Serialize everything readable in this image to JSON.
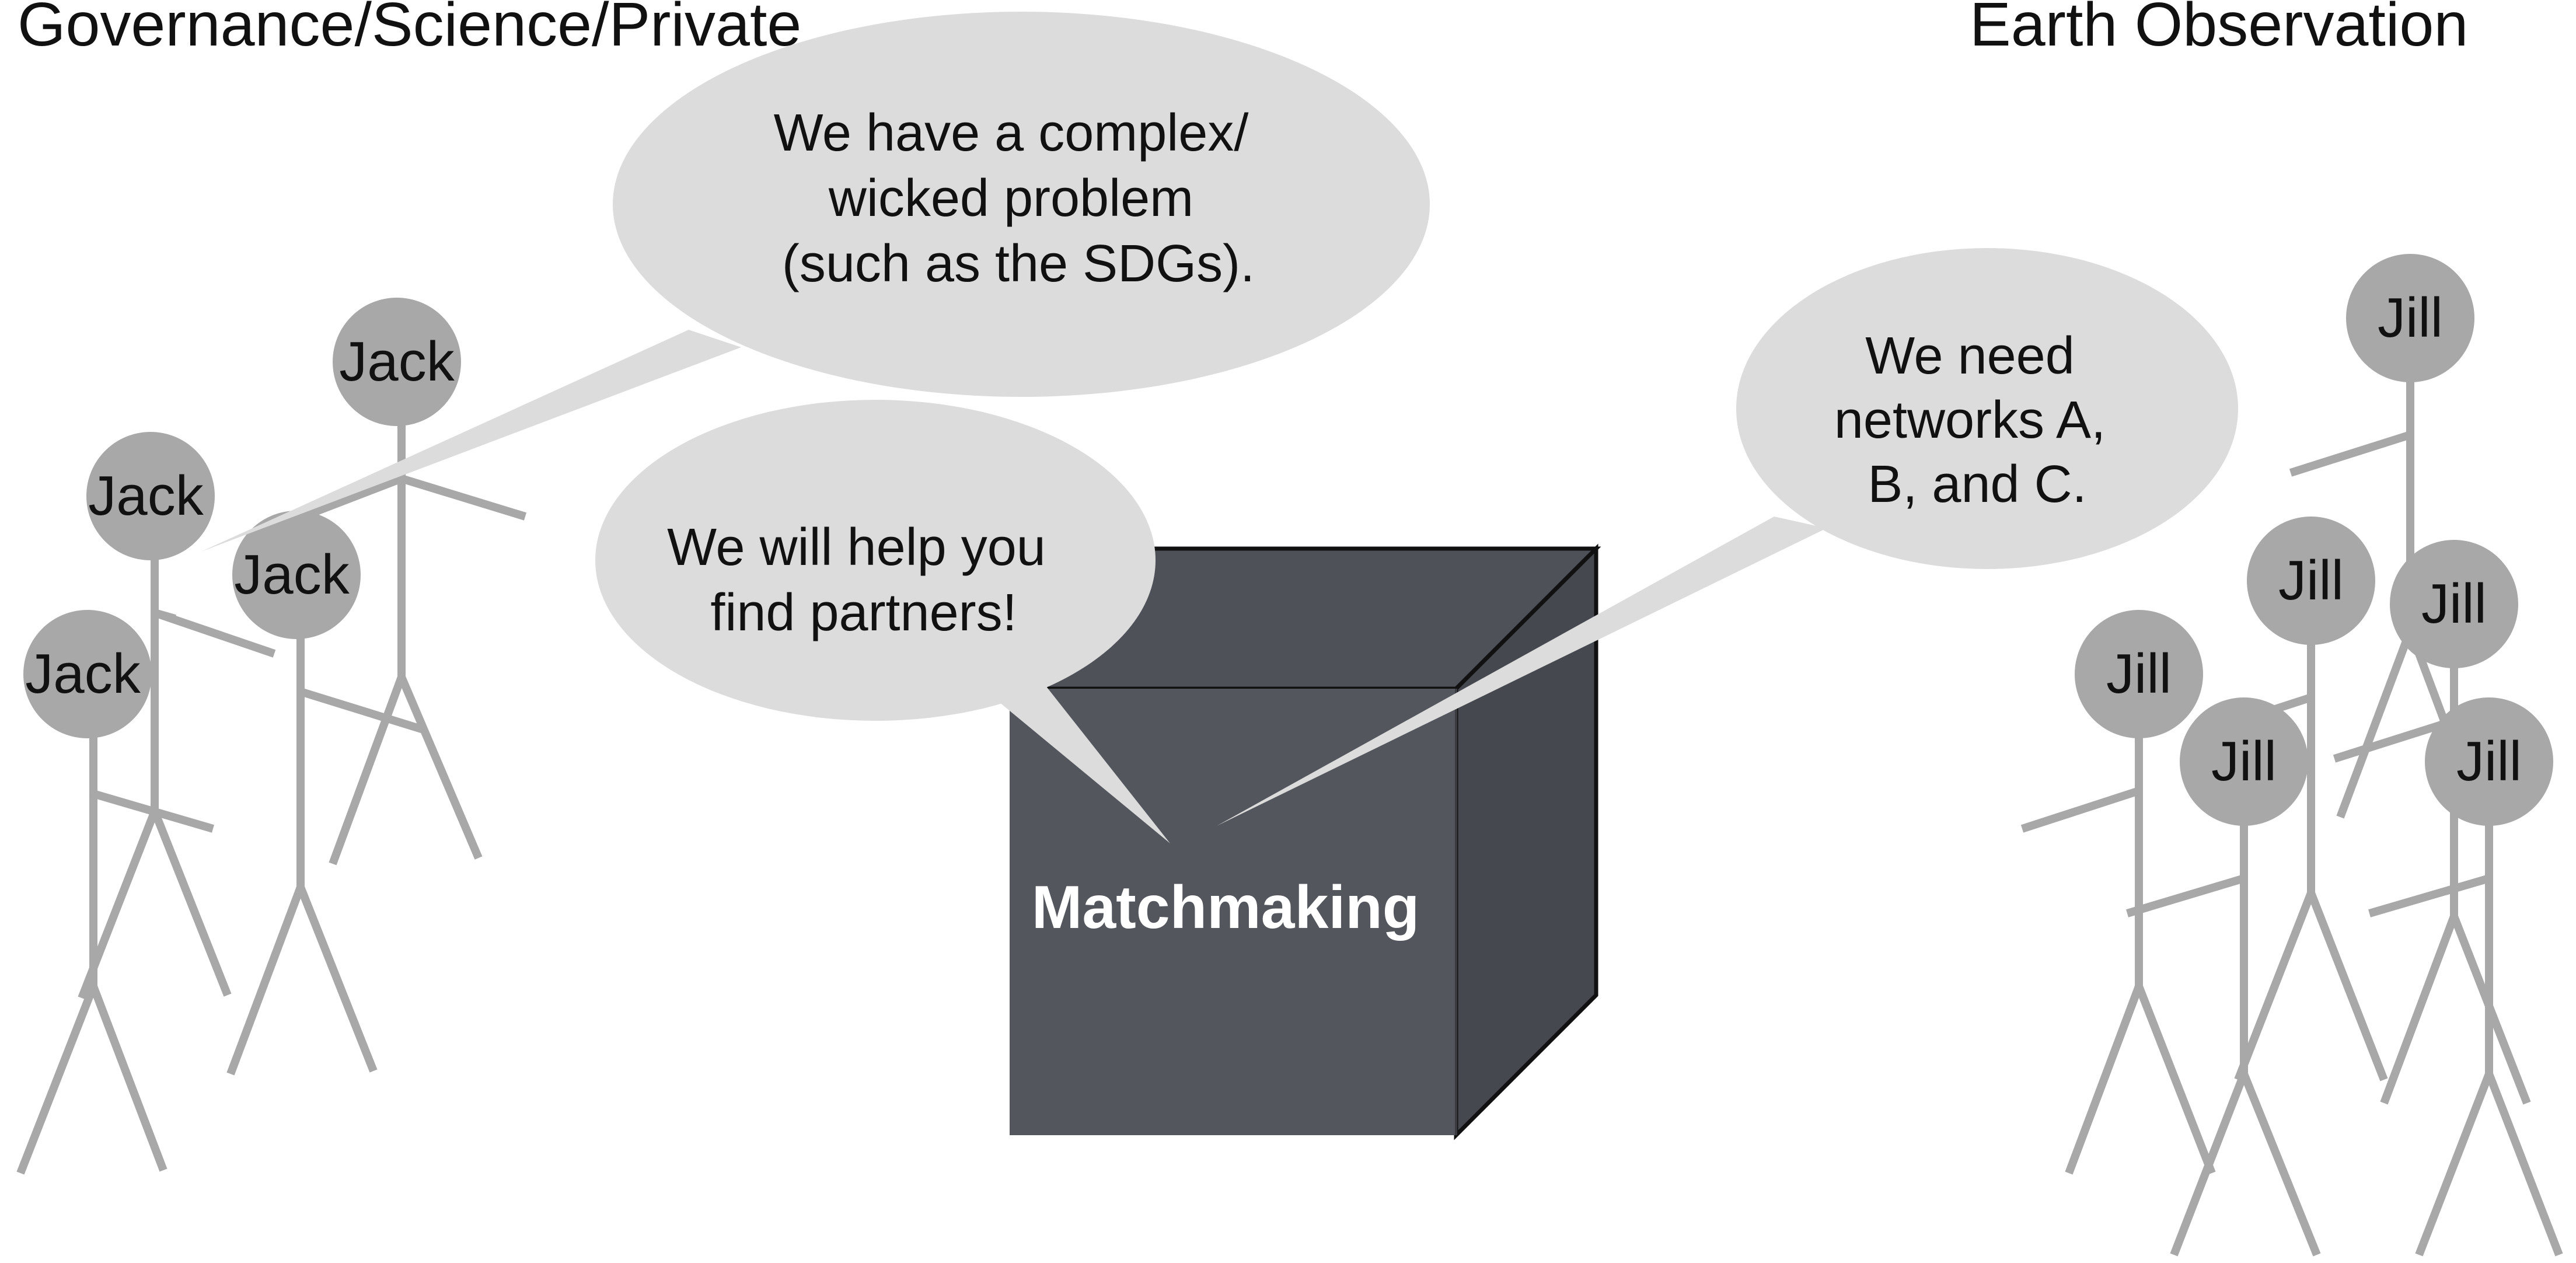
{
  "groups": {
    "left_title": "Governance/Science/Private",
    "right_title": "Earth Observation"
  },
  "people": {
    "left_name": "Jack",
    "right_name": "Jill",
    "left_count": 4,
    "right_count": 6
  },
  "bubbles": {
    "problem": [
      "We have a complex/",
      "wicked problem",
      "(such as the SDGs)."
    ],
    "help": [
      "We will help you",
      "find partners!"
    ],
    "need": [
      "We need",
      "networks A,",
      "B, and C."
    ]
  },
  "matchmaking": {
    "label": "Matchmaking"
  },
  "colors": {
    "figure": "#a7a8a7",
    "bubble": "#dcdcdc",
    "box_front": "#53565d",
    "box_top": "#4e5158",
    "box_side": "#45484e",
    "box_label": "#ffffff"
  }
}
